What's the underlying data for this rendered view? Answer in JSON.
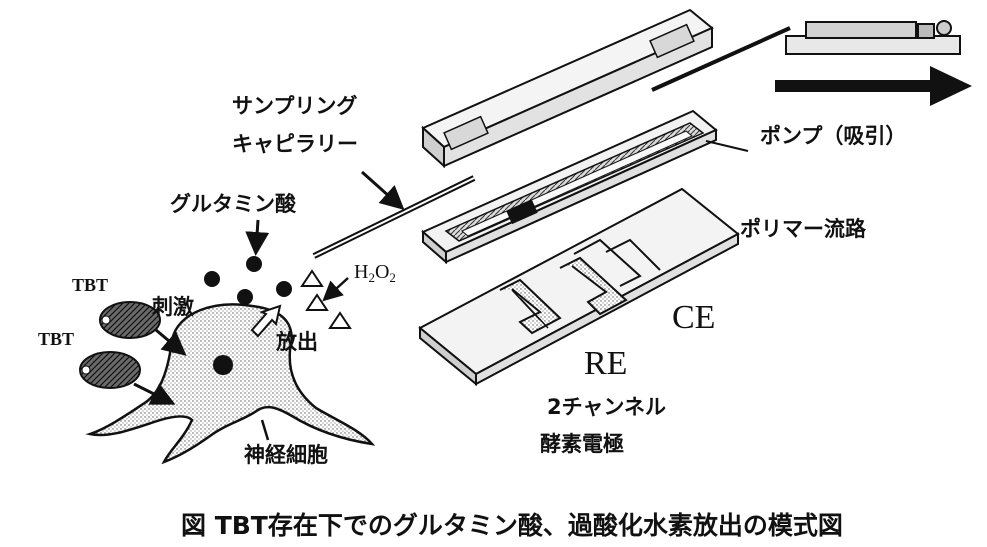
{
  "labels": {
    "sampling_capillary_line1": "サンプリング",
    "sampling_capillary_line2": "キャピラリー",
    "glutamate": "グルタミン酸",
    "h2o2": {
      "h": "H",
      "sub1": "2",
      "o": "O",
      "sub2": "2"
    },
    "tbt_upper": "TBT",
    "stimulus": "刺激",
    "tbt_lower": "TBT",
    "release": "放出",
    "neuron": "神経細胞",
    "pump": "ポンプ（吸引）",
    "polymer_channel": "ポリマー流路",
    "ce": "CE",
    "re": "RE",
    "electrode_line1": "2チャンネル",
    "electrode_line2": "酵素電極"
  },
  "caption": "図 TBT存在下でのグルタミン酸、過酸化水素放出の模式図",
  "colors": {
    "ink": "#111111",
    "stipple": "#8a8a8a",
    "hatch": "#333333"
  }
}
